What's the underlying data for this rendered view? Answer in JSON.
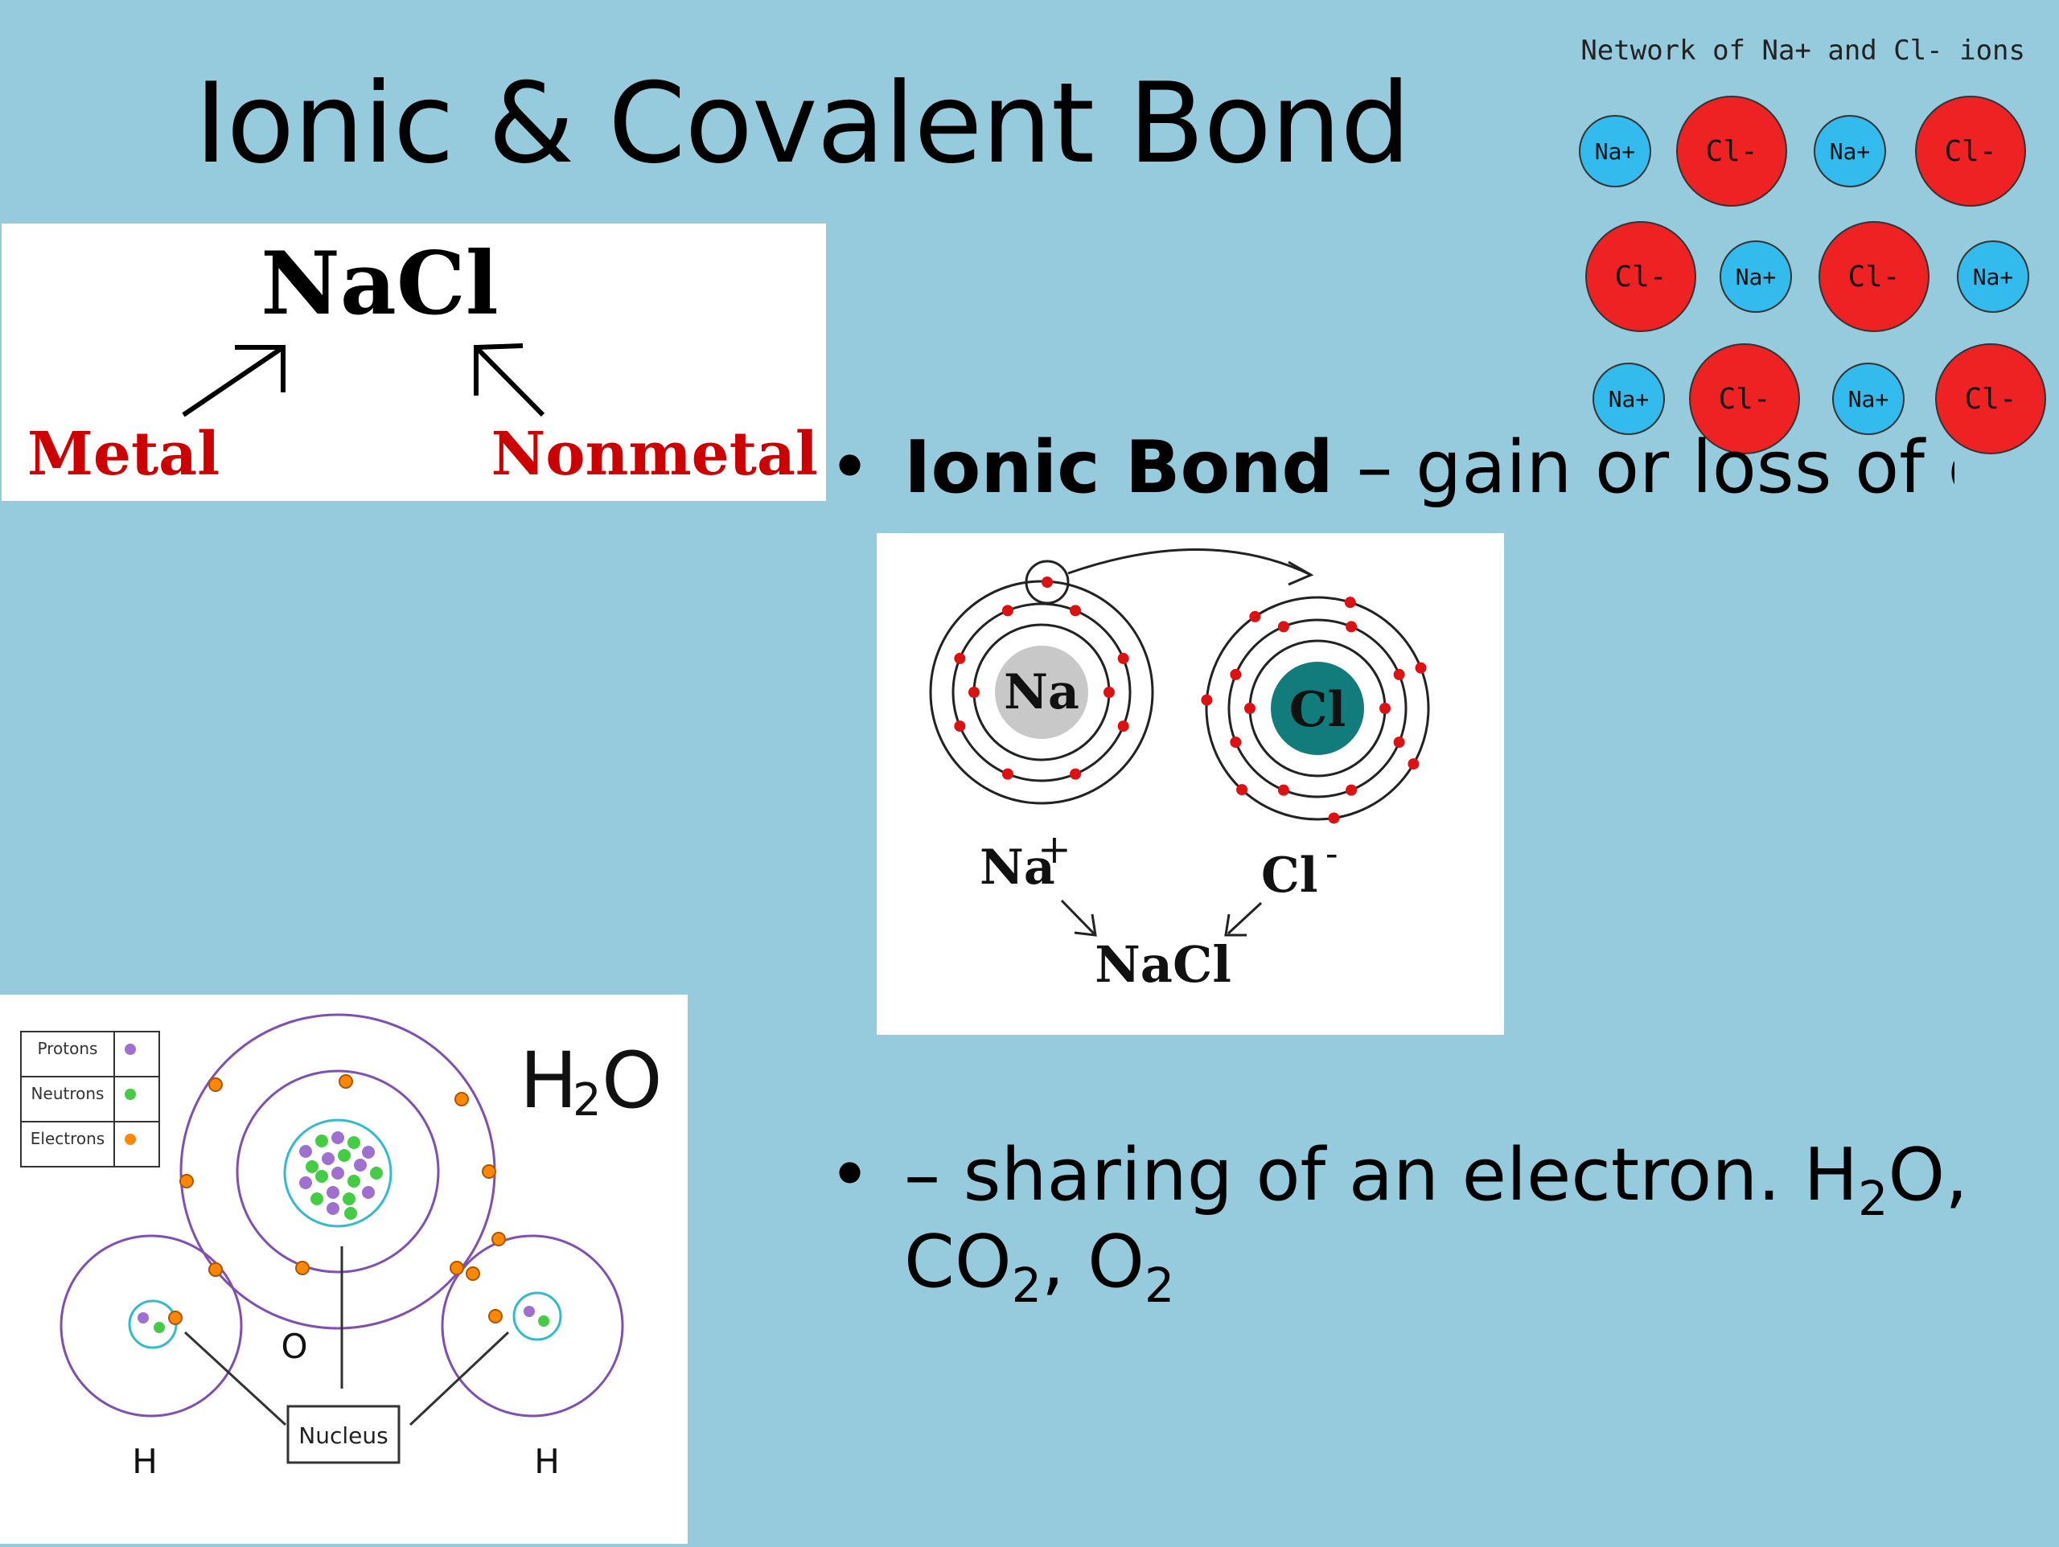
{
  "slide": {
    "title": "Ionic & Covalent Bond"
  },
  "nacl_formula": {
    "formula": "NaCl",
    "left_label": "Metal",
    "right_label": "Nonmetal",
    "label_color": "#cc0000"
  },
  "ion_network": {
    "caption": "Network of Na+ and Cl- ions",
    "na_label": "Na+",
    "cl_label": "Cl-",
    "na_color": "#33bbee",
    "cl_color": "#ee2222",
    "rows": [
      [
        "Na+",
        "Cl-",
        "Na+",
        "Cl-"
      ],
      [
        "Cl-",
        "Na+",
        "Cl-",
        "Na+"
      ],
      [
        "Na+",
        "Cl-",
        "Na+",
        "Cl-"
      ]
    ]
  },
  "bullets": {
    "ionic": {
      "bullet": "•",
      "term": "Ionic Bond",
      "text": " – gain or loss of electron."
    },
    "covalent": {
      "bullet": "•",
      "text_before": "– sharing of an electron. H",
      "sub1": "2",
      "text_mid1": "O, CO",
      "sub2": "2",
      "text_mid2": ", O",
      "sub3": "2"
    }
  },
  "electron_transfer": {
    "na_label": "Na",
    "cl_label": "Cl",
    "na_ion_label": "Na",
    "na_charge": "+",
    "cl_ion_label": "Cl",
    "cl_charge": "-",
    "product_label": "NaCl",
    "electron_color": "#dd1111",
    "na_nucleus_color": "#c8c8c8",
    "cl_nucleus_color": "#127c7c"
  },
  "water": {
    "formula_main": "H",
    "formula_sub": "2",
    "formula_end": "O",
    "legend": [
      {
        "label": "Protons",
        "color": "#a070d0"
      },
      {
        "label": "Neutrons",
        "color": "#44cc44"
      },
      {
        "label": "Electrons",
        "color": "#ff8800"
      }
    ],
    "oxygen_label": "O",
    "hydrogen_left_label": "H",
    "hydrogen_right_label": "H",
    "nucleus_label": "Nucleus",
    "shell_color": "#8050b0",
    "nucleus_ring_color": "#33bbcc"
  }
}
